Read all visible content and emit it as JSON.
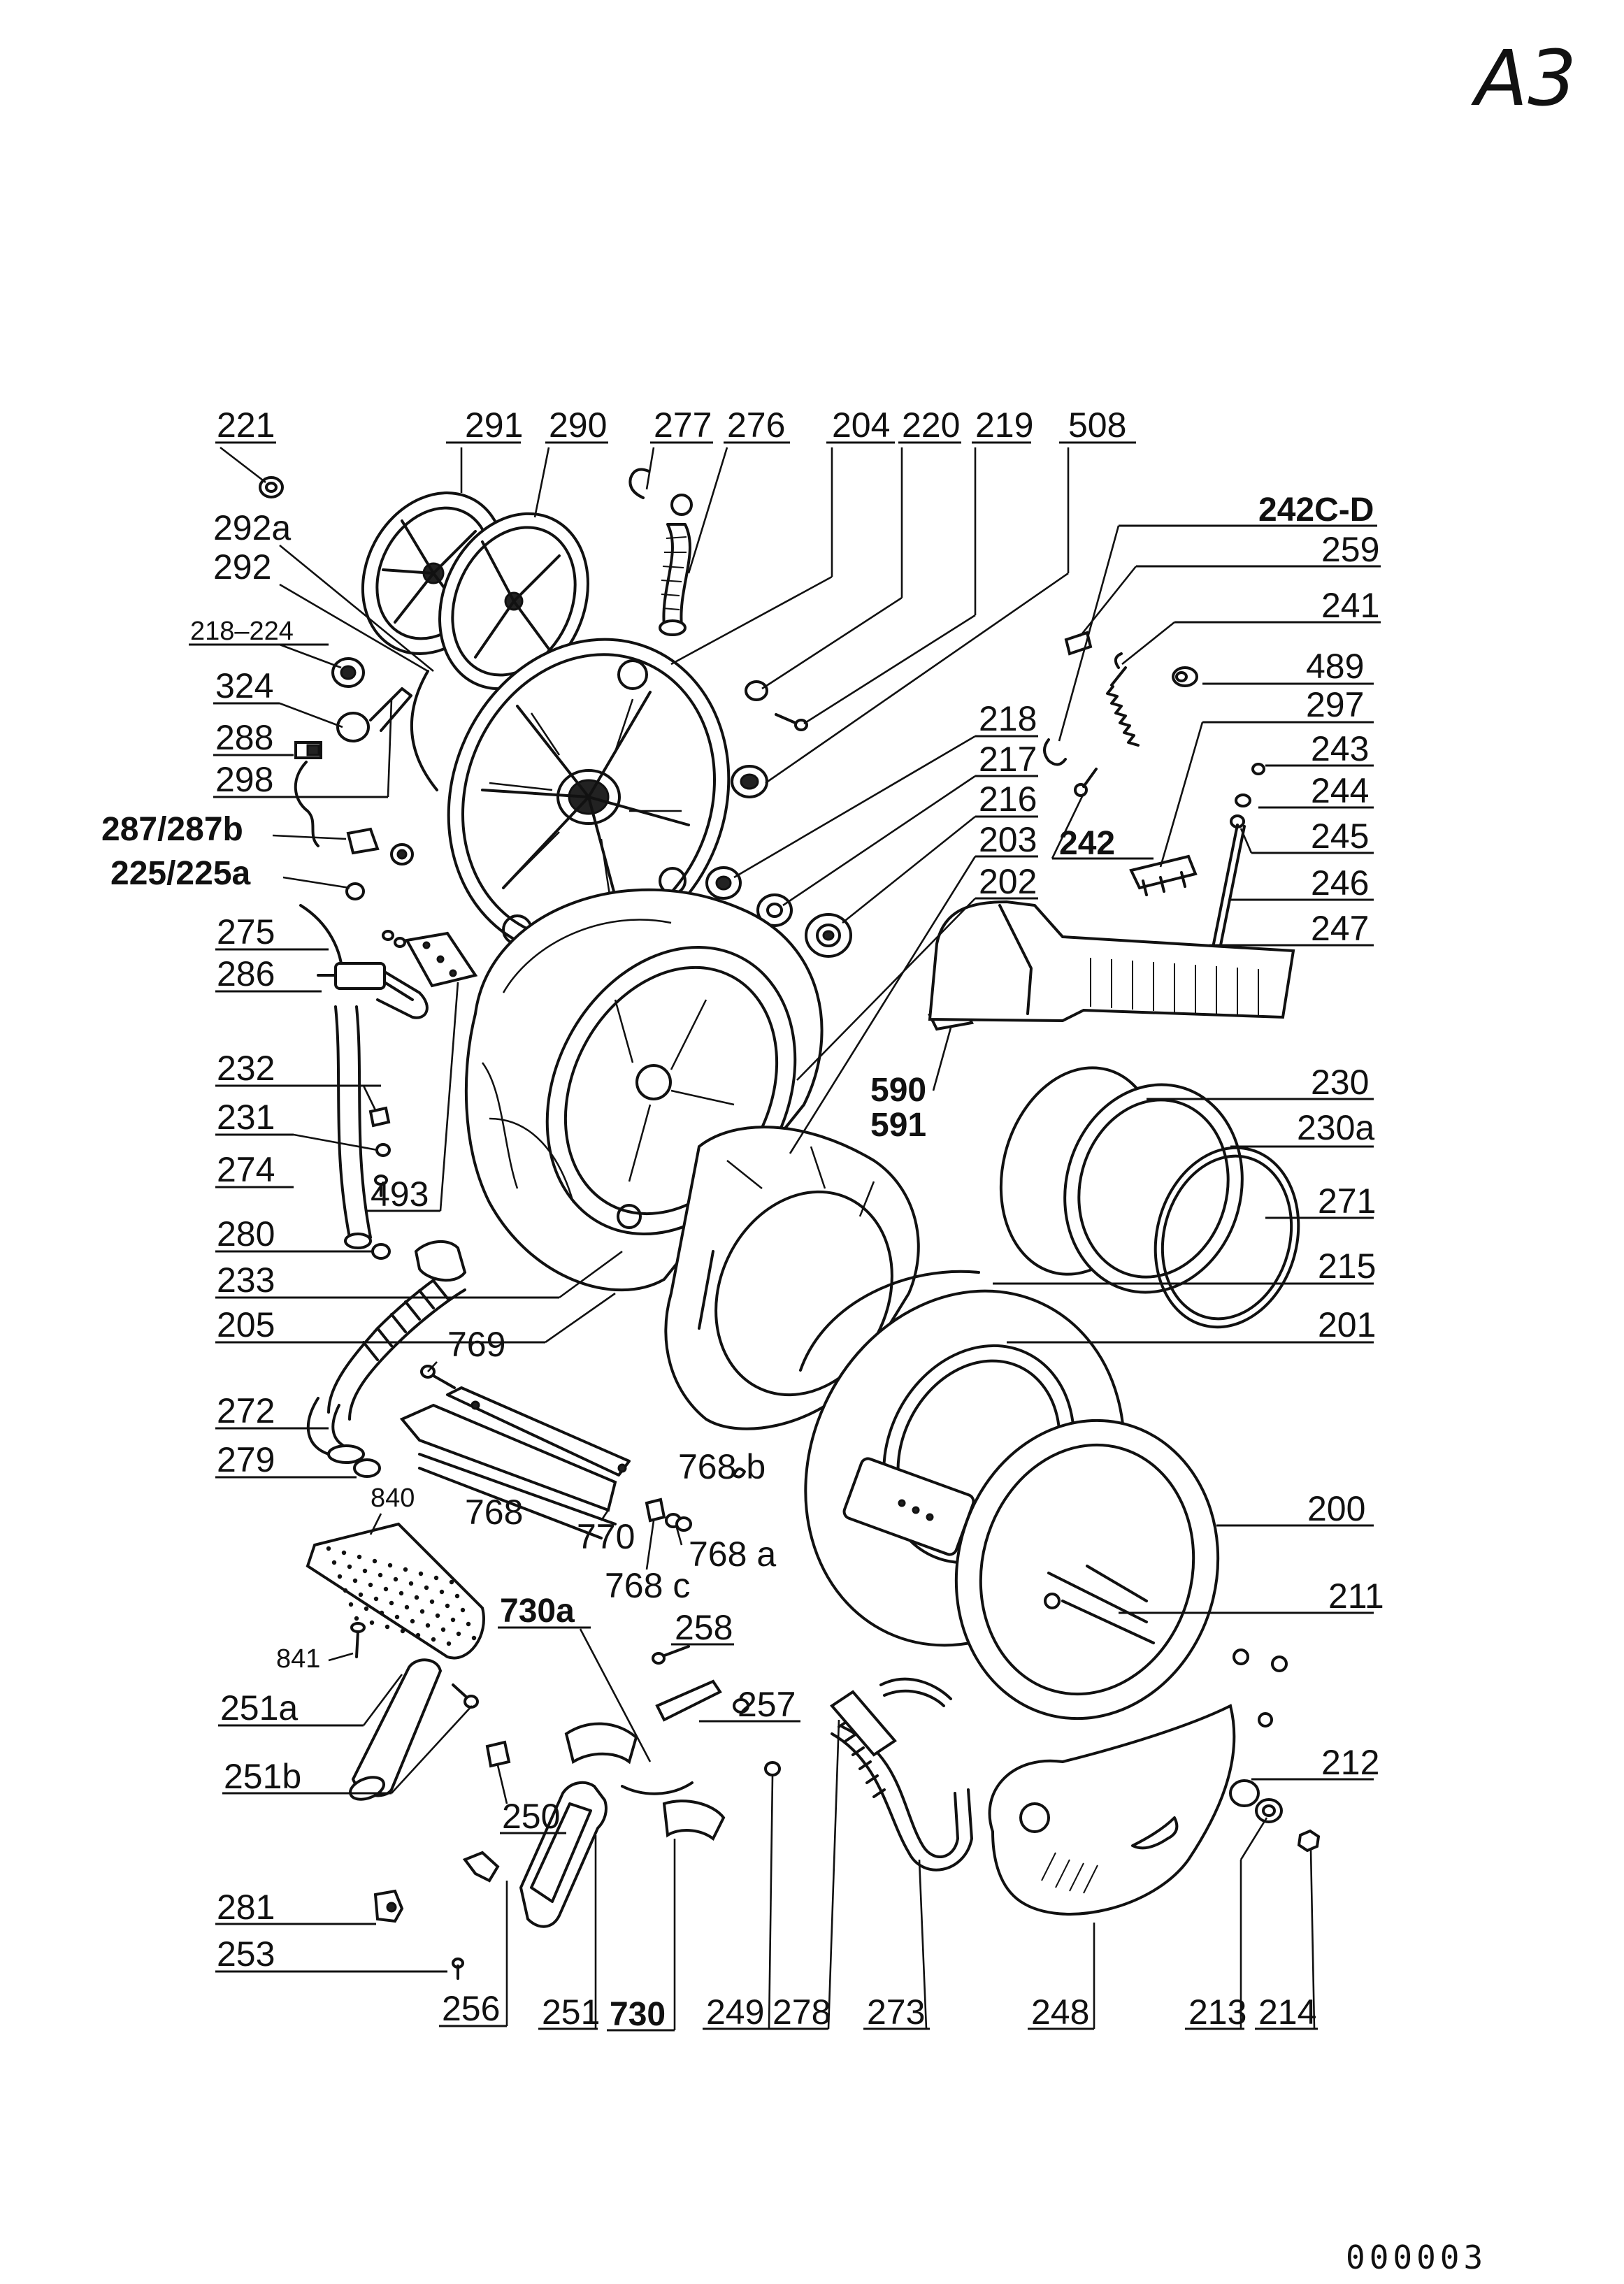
{
  "corner_mark": "A3",
  "document_number": "000003",
  "labels": [
    {
      "id": "221",
      "text": "221"
    },
    {
      "id": "291",
      "text": "291"
    },
    {
      "id": "290",
      "text": "290"
    },
    {
      "id": "277",
      "text": "277"
    },
    {
      "id": "276",
      "text": "276"
    },
    {
      "id": "204",
      "text": "204"
    },
    {
      "id": "220",
      "text": "220"
    },
    {
      "id": "219",
      "text": "219"
    },
    {
      "id": "508",
      "text": "508"
    },
    {
      "id": "242cd",
      "text": "242C-D"
    },
    {
      "id": "292a",
      "text": "292a"
    },
    {
      "id": "292",
      "text": "292"
    },
    {
      "id": "259",
      "text": "259"
    },
    {
      "id": "241",
      "text": "241"
    },
    {
      "id": "218_224",
      "text": "218–224"
    },
    {
      "id": "489",
      "text": "489"
    },
    {
      "id": "324",
      "text": "324"
    },
    {
      "id": "297",
      "text": "297"
    },
    {
      "id": "288",
      "text": "288"
    },
    {
      "id": "218",
      "text": "218"
    },
    {
      "id": "243",
      "text": "243"
    },
    {
      "id": "298",
      "text": "298"
    },
    {
      "id": "217",
      "text": "217"
    },
    {
      "id": "244",
      "text": "244"
    },
    {
      "id": "287_287b",
      "text": "287/287b"
    },
    {
      "id": "216",
      "text": "216"
    },
    {
      "id": "245",
      "text": "245"
    },
    {
      "id": "225_225a",
      "text": "225/225a"
    },
    {
      "id": "203",
      "text": "203"
    },
    {
      "id": "242",
      "text": "242"
    },
    {
      "id": "202",
      "text": "202"
    },
    {
      "id": "246",
      "text": "246"
    },
    {
      "id": "275",
      "text": "275"
    },
    {
      "id": "247",
      "text": "247"
    },
    {
      "id": "286",
      "text": "286"
    },
    {
      "id": "232",
      "text": "232"
    },
    {
      "id": "590",
      "text": "590"
    },
    {
      "id": "230",
      "text": "230"
    },
    {
      "id": "591",
      "text": "591"
    },
    {
      "id": "231",
      "text": "231"
    },
    {
      "id": "230a",
      "text": "230a"
    },
    {
      "id": "274",
      "text": "274"
    },
    {
      "id": "493",
      "text": "493"
    },
    {
      "id": "271",
      "text": "271"
    },
    {
      "id": "280",
      "text": "280"
    },
    {
      "id": "233",
      "text": "233"
    },
    {
      "id": "215",
      "text": "215"
    },
    {
      "id": "205",
      "text": "205"
    },
    {
      "id": "769",
      "text": "769"
    },
    {
      "id": "201",
      "text": "201"
    },
    {
      "id": "272",
      "text": "272"
    },
    {
      "id": "279",
      "text": "279"
    },
    {
      "id": "840",
      "text": "840"
    },
    {
      "id": "768b",
      "text": "768 b"
    },
    {
      "id": "768",
      "text": "768"
    },
    {
      "id": "200",
      "text": "200"
    },
    {
      "id": "770",
      "text": "770"
    },
    {
      "id": "768a",
      "text": "768 a"
    },
    {
      "id": "768c",
      "text": "768 c"
    },
    {
      "id": "730a",
      "text": "730a"
    },
    {
      "id": "211",
      "text": "211"
    },
    {
      "id": "258",
      "text": "258"
    },
    {
      "id": "841",
      "text": "841"
    },
    {
      "id": "251a",
      "text": "251a"
    },
    {
      "id": "257",
      "text": "257"
    },
    {
      "id": "251b",
      "text": "251b"
    },
    {
      "id": "212",
      "text": "212"
    },
    {
      "id": "250",
      "text": "250"
    },
    {
      "id": "281",
      "text": "281"
    },
    {
      "id": "253",
      "text": "253"
    },
    {
      "id": "256",
      "text": "256"
    },
    {
      "id": "251",
      "text": "251"
    },
    {
      "id": "730",
      "text": "730"
    },
    {
      "id": "249",
      "text": "249"
    },
    {
      "id": "278",
      "text": "278"
    },
    {
      "id": "273",
      "text": "273"
    },
    {
      "id": "248",
      "text": "248"
    },
    {
      "id": "213",
      "text": "213"
    },
    {
      "id": "214",
      "text": "214"
    }
  ]
}
